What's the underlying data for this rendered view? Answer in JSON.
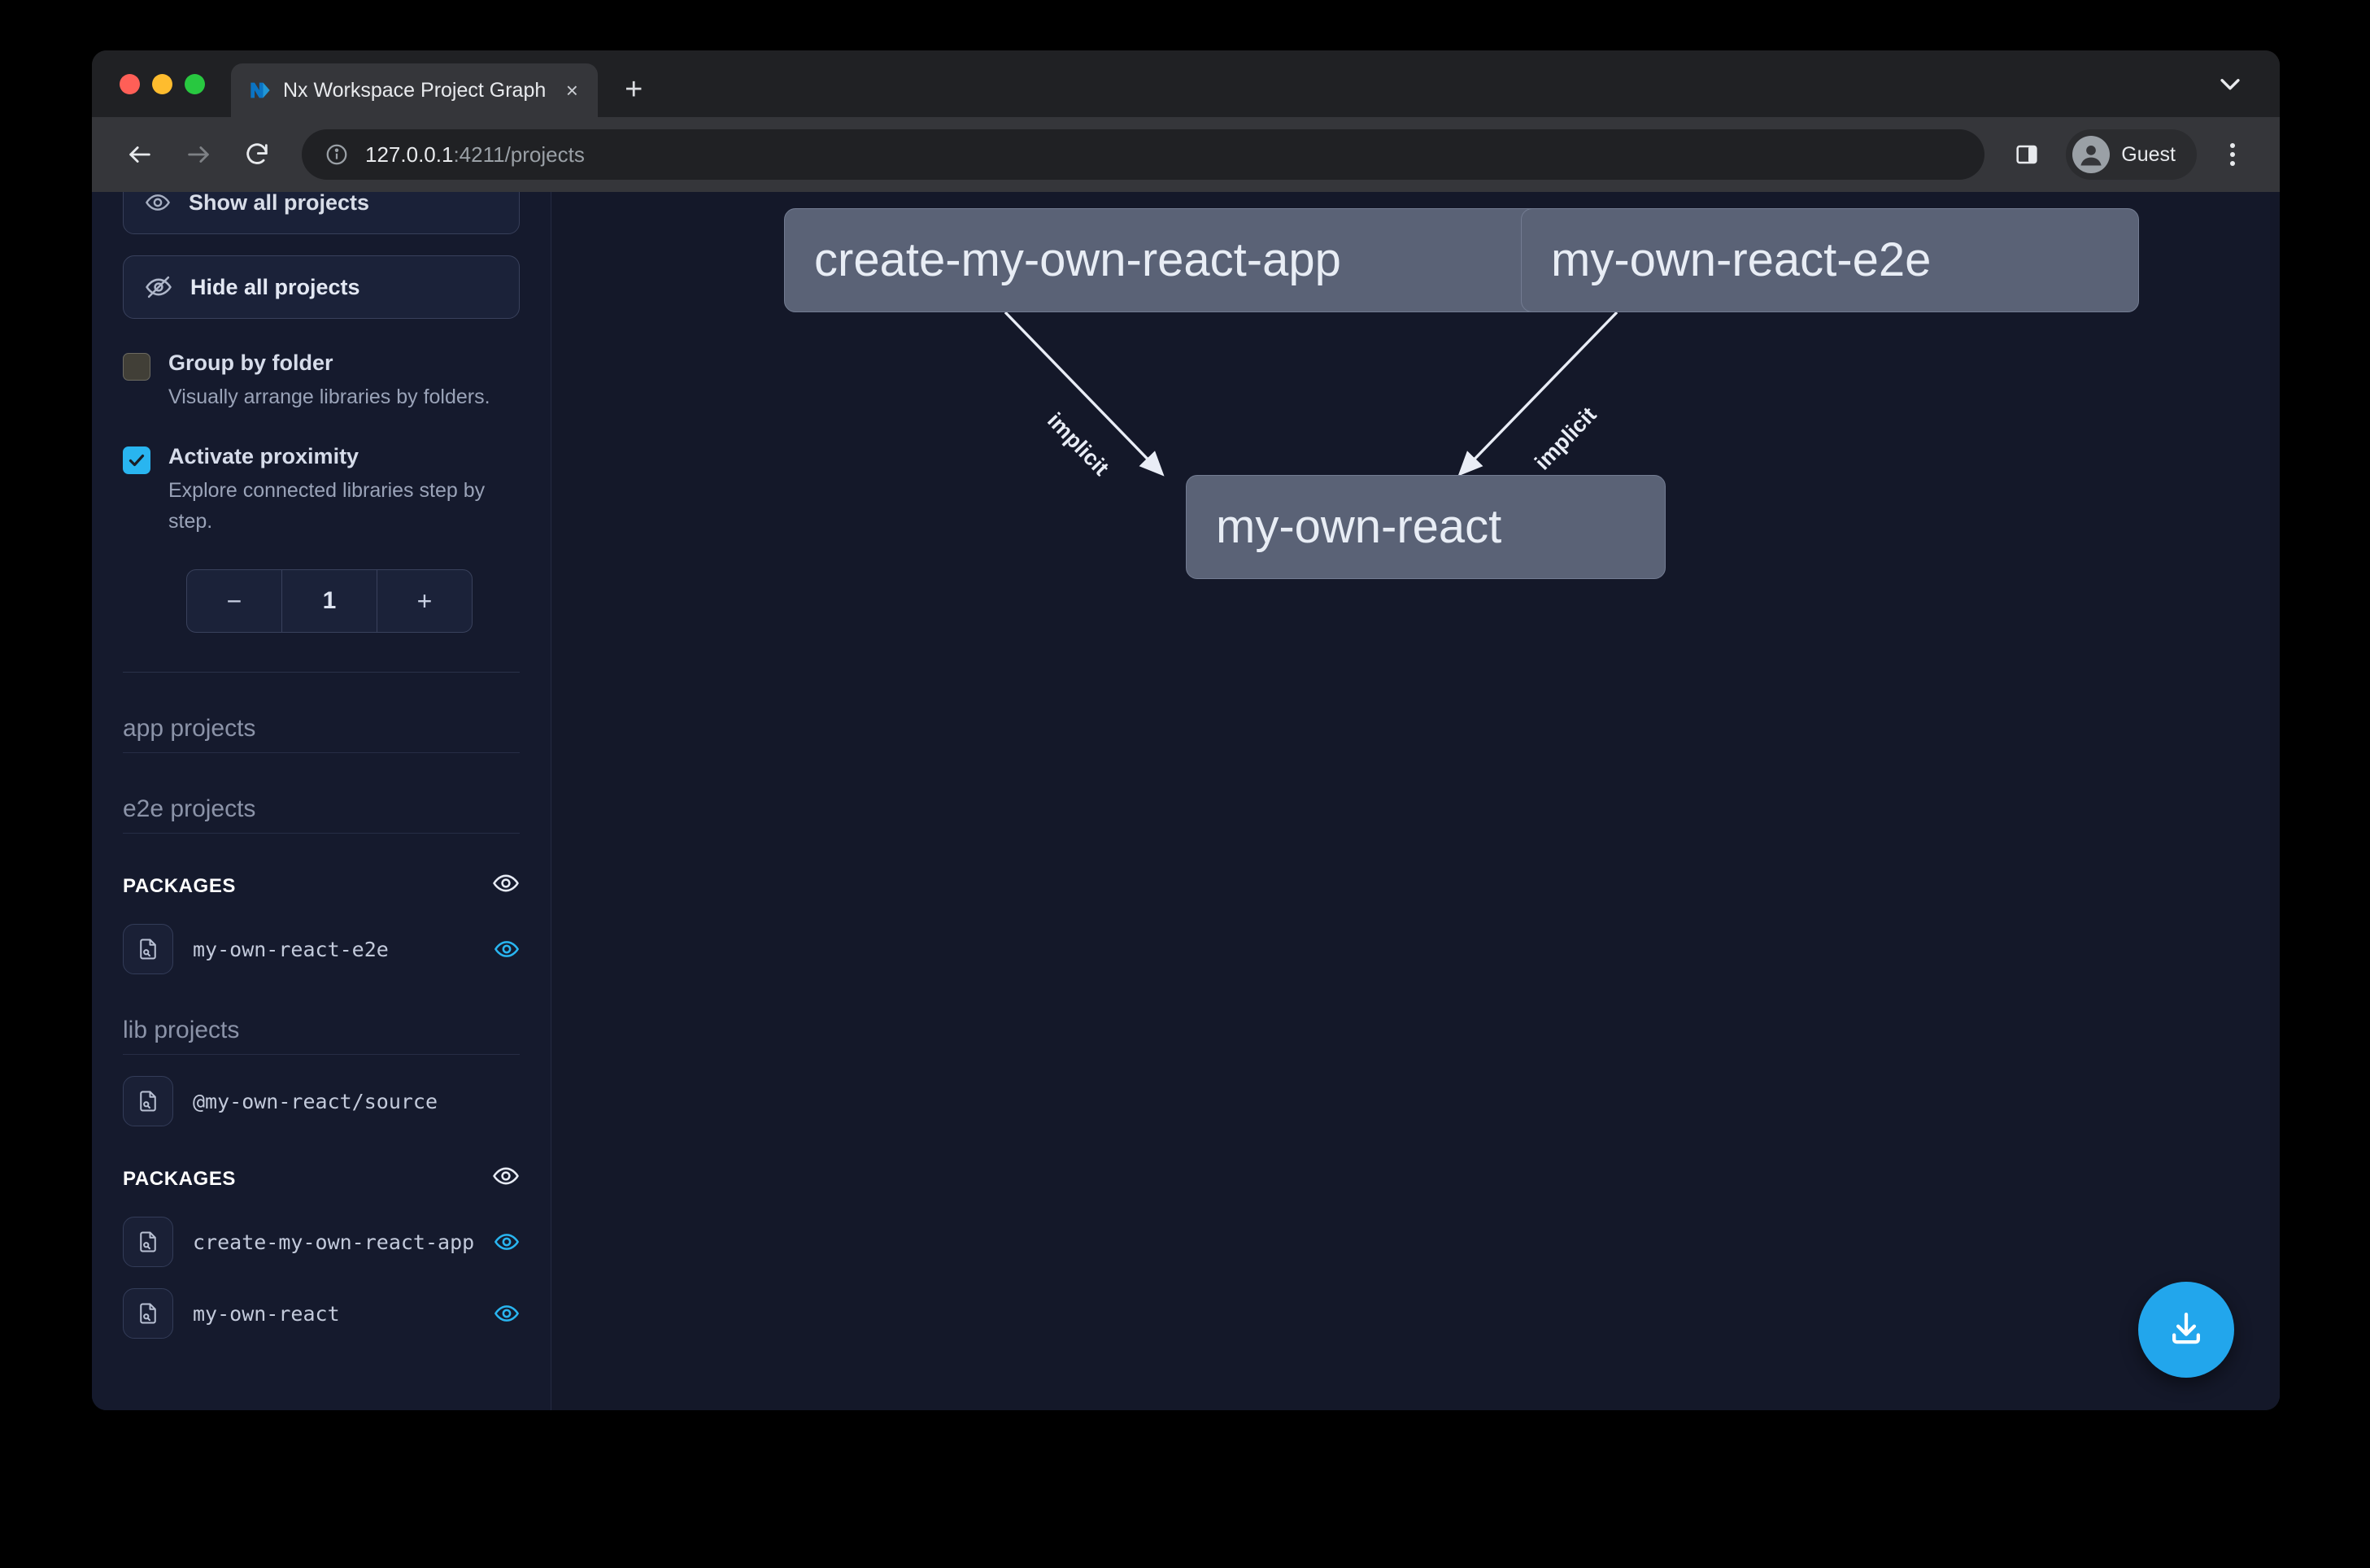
{
  "browser": {
    "tab": {
      "title": "Nx Workspace Project Graph",
      "favicon": "nx-logo-icon",
      "close": "×"
    },
    "new_tab_label": "+",
    "tab_list_icon": "chevron-down-icon",
    "back_icon": "arrow-left-icon",
    "forward_icon": "arrow-right-icon",
    "reload_icon": "reload-icon",
    "address": {
      "host": "127.0.0.1",
      "path": ":4211/projects",
      "info_icon": "info-circle-icon"
    },
    "side_panel_icon": "side-panel-icon",
    "profile": {
      "name": "Guest",
      "avatar_icon": "person-avatar-icon"
    },
    "menu_icon": "three-dot-menu-icon",
    "traffic_lights": {
      "close": "#ff5f57",
      "minimize": "#febc2e",
      "zoom": "#28c840"
    }
  },
  "sidebar": {
    "show_all_button": {
      "label": "Show all projects",
      "icon": "eye-icon"
    },
    "hide_all_button": {
      "label": "Hide all projects",
      "icon": "eye-off-icon"
    },
    "options": [
      {
        "id": "group-by-folder",
        "label": "Group by folder",
        "description": "Visually arrange libraries by folders.",
        "checked": false
      },
      {
        "id": "activate-proximity",
        "label": "Activate proximity",
        "description": "Explore connected libraries step by step.",
        "checked": true
      }
    ],
    "stepper": {
      "decrement": "−",
      "value": "1",
      "increment": "+"
    },
    "sections": [
      {
        "id": "app-projects",
        "title": "app projects",
        "type": "group",
        "items": []
      },
      {
        "id": "e2e-projects",
        "title": "e2e projects",
        "type": "group",
        "items": []
      },
      {
        "id": "packages-e2e",
        "title": "PACKAGES",
        "type": "packages",
        "toggle_icon": "eye-icon",
        "items": [
          {
            "name": "my-own-react-e2e",
            "icon": "file-search-icon",
            "visible": true,
            "eye_icon": "eye-icon"
          }
        ]
      },
      {
        "id": "lib-projects",
        "title": "lib projects",
        "type": "group",
        "items": [
          {
            "name": "@my-own-react/source",
            "icon": "file-search-icon",
            "visible": false,
            "eye_icon": ""
          }
        ]
      },
      {
        "id": "packages-lib",
        "title": "PACKAGES",
        "type": "packages",
        "toggle_icon": "eye-icon",
        "items": [
          {
            "name": "create-my-own-react-app",
            "icon": "file-search-icon",
            "visible": true,
            "eye_icon": "eye-icon"
          },
          {
            "name": "my-own-react",
            "icon": "file-search-icon",
            "visible": true,
            "eye_icon": "eye-icon"
          }
        ]
      }
    ]
  },
  "graph": {
    "nodes": [
      {
        "id": "create-my-own-react-app",
        "label": "create-my-own-react-app"
      },
      {
        "id": "my-own-react-e2e",
        "label": "my-own-react-e2e"
      },
      {
        "id": "my-own-react",
        "label": "my-own-react"
      }
    ],
    "edges": [
      {
        "from": "create-my-own-react-app",
        "to": "my-own-react",
        "label": "implicit"
      },
      {
        "from": "my-own-react-e2e",
        "to": "my-own-react",
        "label": "implicit"
      }
    ],
    "download_button": {
      "icon": "download-icon",
      "color": "#22a6ec"
    },
    "colors": {
      "background": "#141829",
      "node_fill": "#5a6276",
      "node_border": "#737c92",
      "edge": "#e9edf6",
      "accent": "#29b5f0"
    }
  }
}
